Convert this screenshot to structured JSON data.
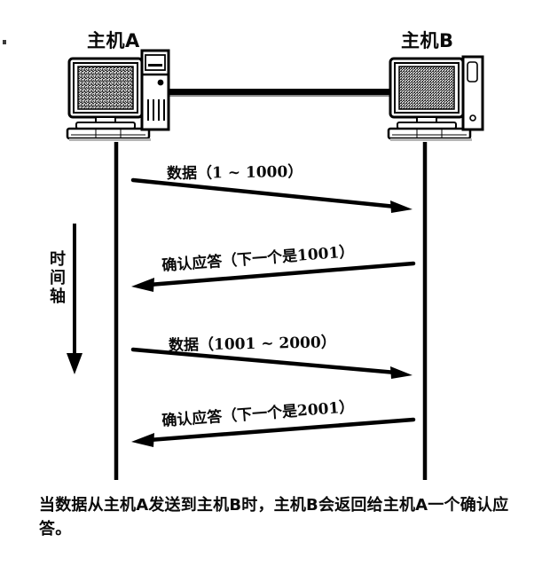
{
  "figure": {
    "type": "sequence-diagram",
    "background_color": "#ffffff",
    "ink_color": "#000000",
    "artifact_mark": "scan-speck"
  },
  "hosts": {
    "a": {
      "label": "主机A",
      "icon": "desktop-computer-icon"
    },
    "b": {
      "label": "主机B",
      "icon": "desktop-computer-icon"
    },
    "link": {
      "name": "network-cable",
      "icon": "cable-icon"
    }
  },
  "time_axis": {
    "label": "时间轴",
    "direction": "down",
    "icon": "down-arrow-icon"
  },
  "messages": [
    {
      "id": "data-1",
      "label": "数据（1 ~ 1000）",
      "direction": "a-to-b",
      "icon": "right-arrow-icon"
    },
    {
      "id": "ack-1",
      "label": "确认应答（下一个是1001）",
      "direction": "b-to-a",
      "icon": "left-arrow-icon"
    },
    {
      "id": "data-2",
      "label": "数据（1001 ~ 2000）",
      "direction": "a-to-b",
      "icon": "right-arrow-icon"
    },
    {
      "id": "ack-2",
      "label": "确认应答（下一个是2001）",
      "direction": "b-to-a",
      "icon": "left-arrow-icon"
    }
  ],
  "caption": {
    "text": "当数据从主机A发送到主机B时，主机B会返回给主机A一个确认应答。"
  }
}
